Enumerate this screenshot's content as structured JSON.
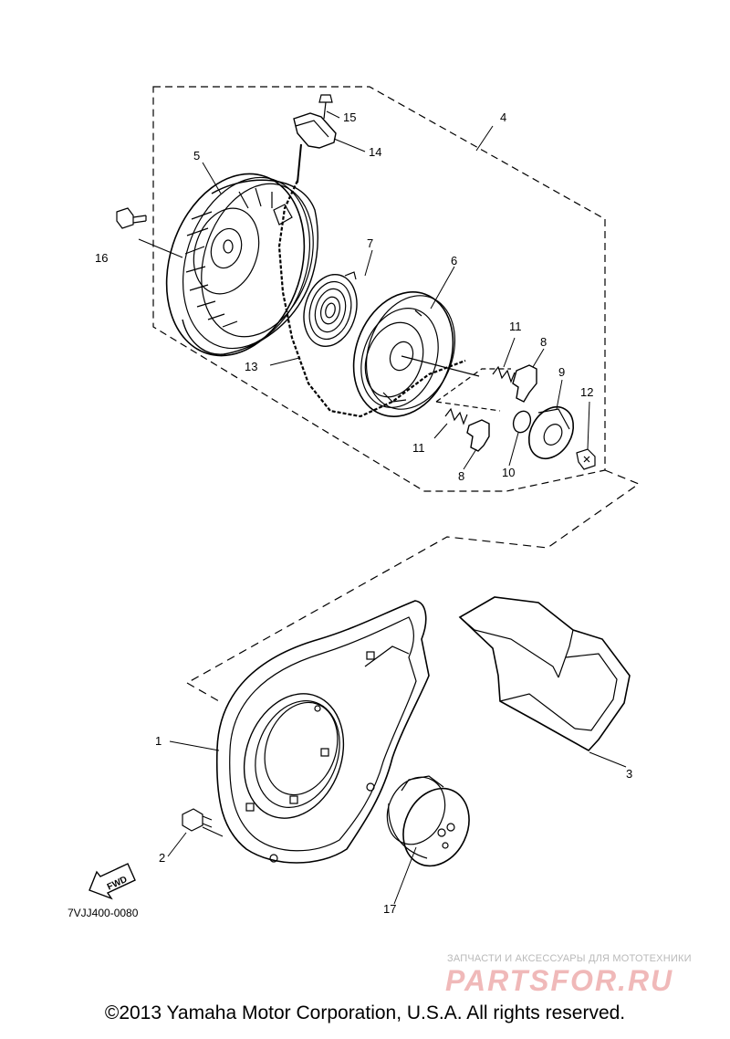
{
  "callouts": {
    "c1": "1",
    "c2": "2",
    "c3": "3",
    "c4": "4",
    "c5": "5",
    "c6": "6",
    "c7": "7",
    "c8a": "8",
    "c8b": "8",
    "c9": "9",
    "c10": "10",
    "c11a": "11",
    "c11b": "11",
    "c12": "12",
    "c13": "13",
    "c14": "14",
    "c15": "15",
    "c16": "16",
    "c17": "17"
  },
  "fwd_label": "FWD",
  "diagram_code": "7VJJ400-0080",
  "watermark": {
    "tagline": "ЗАПЧАСТИ И АКСЕССУАРЫ ДЛЯ МОТОТЕХНИКИ",
    "logo": "PARTSFOR.RU"
  },
  "copyright": "©2013 Yamaha Motor Corporation, U.S.A. All rights reserved."
}
